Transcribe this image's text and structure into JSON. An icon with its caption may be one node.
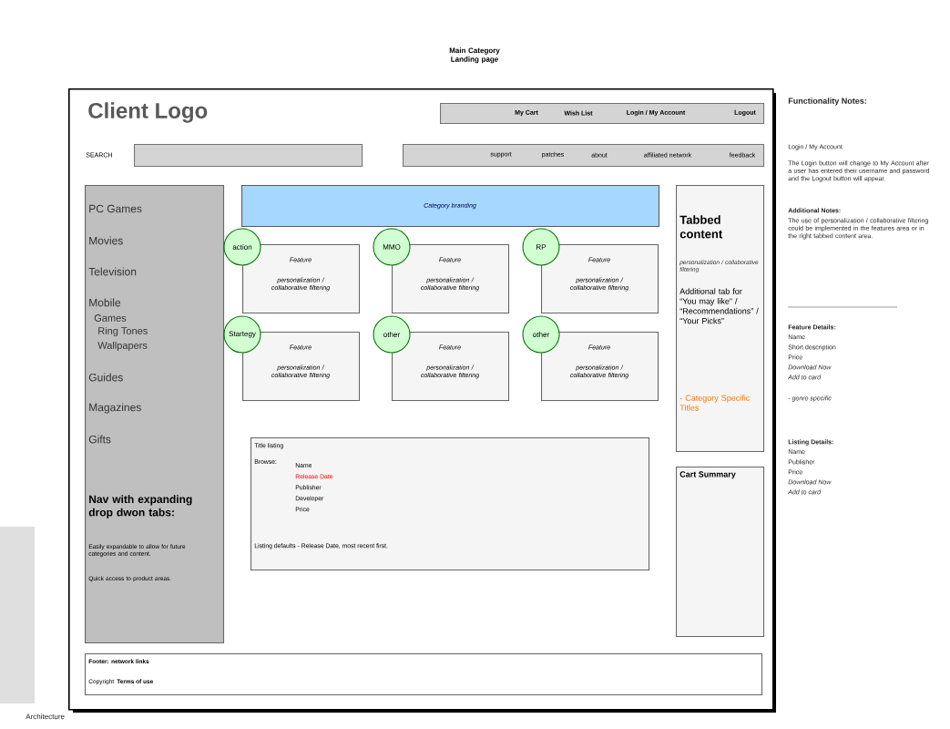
{
  "diagram": {
    "title": "Main Category Landing page",
    "nodes": [
      {
        "text": [
          "Client Logo"
        ]
      },
      {
        "text": [
          "My Cart",
          "Wish List",
          "Login / My Account",
          "Logout"
        ],
        "in": 0
      },
      {
        "text": [],
        "shape": "box",
        "beside": [
          "SEARCH"
        ],
        "in": 0
      },
      {
        "text": [
          "support",
          "patches",
          "about",
          "affiliated network",
          "feedback"
        ],
        "in": 0
      },
      {
        "text": [
          "PC Games",
          "Movies",
          "Television",
          "Mobile",
          "Games",
          "Ring Tones",
          "Wallpapers",
          "Guides",
          "Magazines",
          "Gifts",
          "Nav with expanding drop dwon tabs:",
          "Easily expandable to allow for future categories and content.",
          "Quick access to product areas."
        ],
        "in": 0
      },
      {
        "text": [
          "Category branding"
        ],
        "in": 0
      },
      {
        "text": [
          "action"
        ],
        "in": 0
      },
      {
        "text": [
          "Feature",
          "personalization / collaborative filtering"
        ],
        "in": 0
      },
      {
        "text": [
          "MMO"
        ],
        "in": 0
      },
      {
        "text": [
          "Feature",
          "personalization / collaborative filtering"
        ],
        "in": 0
      },
      {
        "text": [
          "RP"
        ],
        "in": 0
      },
      {
        "text": [
          "Feature",
          "personalization / collaborative filtering"
        ],
        "in": 0
      },
      {
        "text": [
          "Startegy"
        ],
        "in": 0
      },
      {
        "text": [
          "Feature",
          "personalization / collaborative filtering"
        ],
        "in": 0
      },
      {
        "text": [
          "other"
        ],
        "in": 0
      },
      {
        "text": [
          "Feature",
          "personalization / collaborative filtering"
        ],
        "in": 0
      },
      {
        "text": [
          "other"
        ],
        "in": 0
      },
      {
        "text": [
          "Feature",
          "personalization / collaborative filtering"
        ],
        "in": 0
      },
      {
        "text": [
          "Tabbed content",
          "personalization / collaborative filtering",
          "Additional tab for “You may like” / “Recommendations” / “Your Picks”",
          "- Category Specific Titles"
        ],
        "in": 0
      },
      {
        "text": [
          "Title listing",
          "Browse:",
          "Name",
          "Release Date",
          "Publisher",
          "Developer",
          "Price",
          "Listing defaults - Release Date, most recent first."
        ],
        "in": 0
      },
      {
        "text": [
          "Cart Summary"
        ],
        "in": 0
      },
      {
        "text": [
          "Footer: network links",
          "Copyright",
          "Terms of use"
        ],
        "in": 0
      }
    ],
    "labels": [
      "Functionality Notes:",
      "Login / My Account",
      "The Login button will change to My Account after a user has entered their username and password and the Logout button will appear.",
      "Additional Notes:",
      "The use of personalization / collaborative filtering could be implemented in the features area or in the right tabbed content area.",
      "Feature Details:",
      "Name",
      "Short description",
      "Price",
      "Download Now",
      "Add to card",
      "- genre specific",
      "Listing Details:",
      "Name",
      "Publisher",
      "Price",
      "Download Now",
      "Add to card",
      "Architecture"
    ]
  }
}
